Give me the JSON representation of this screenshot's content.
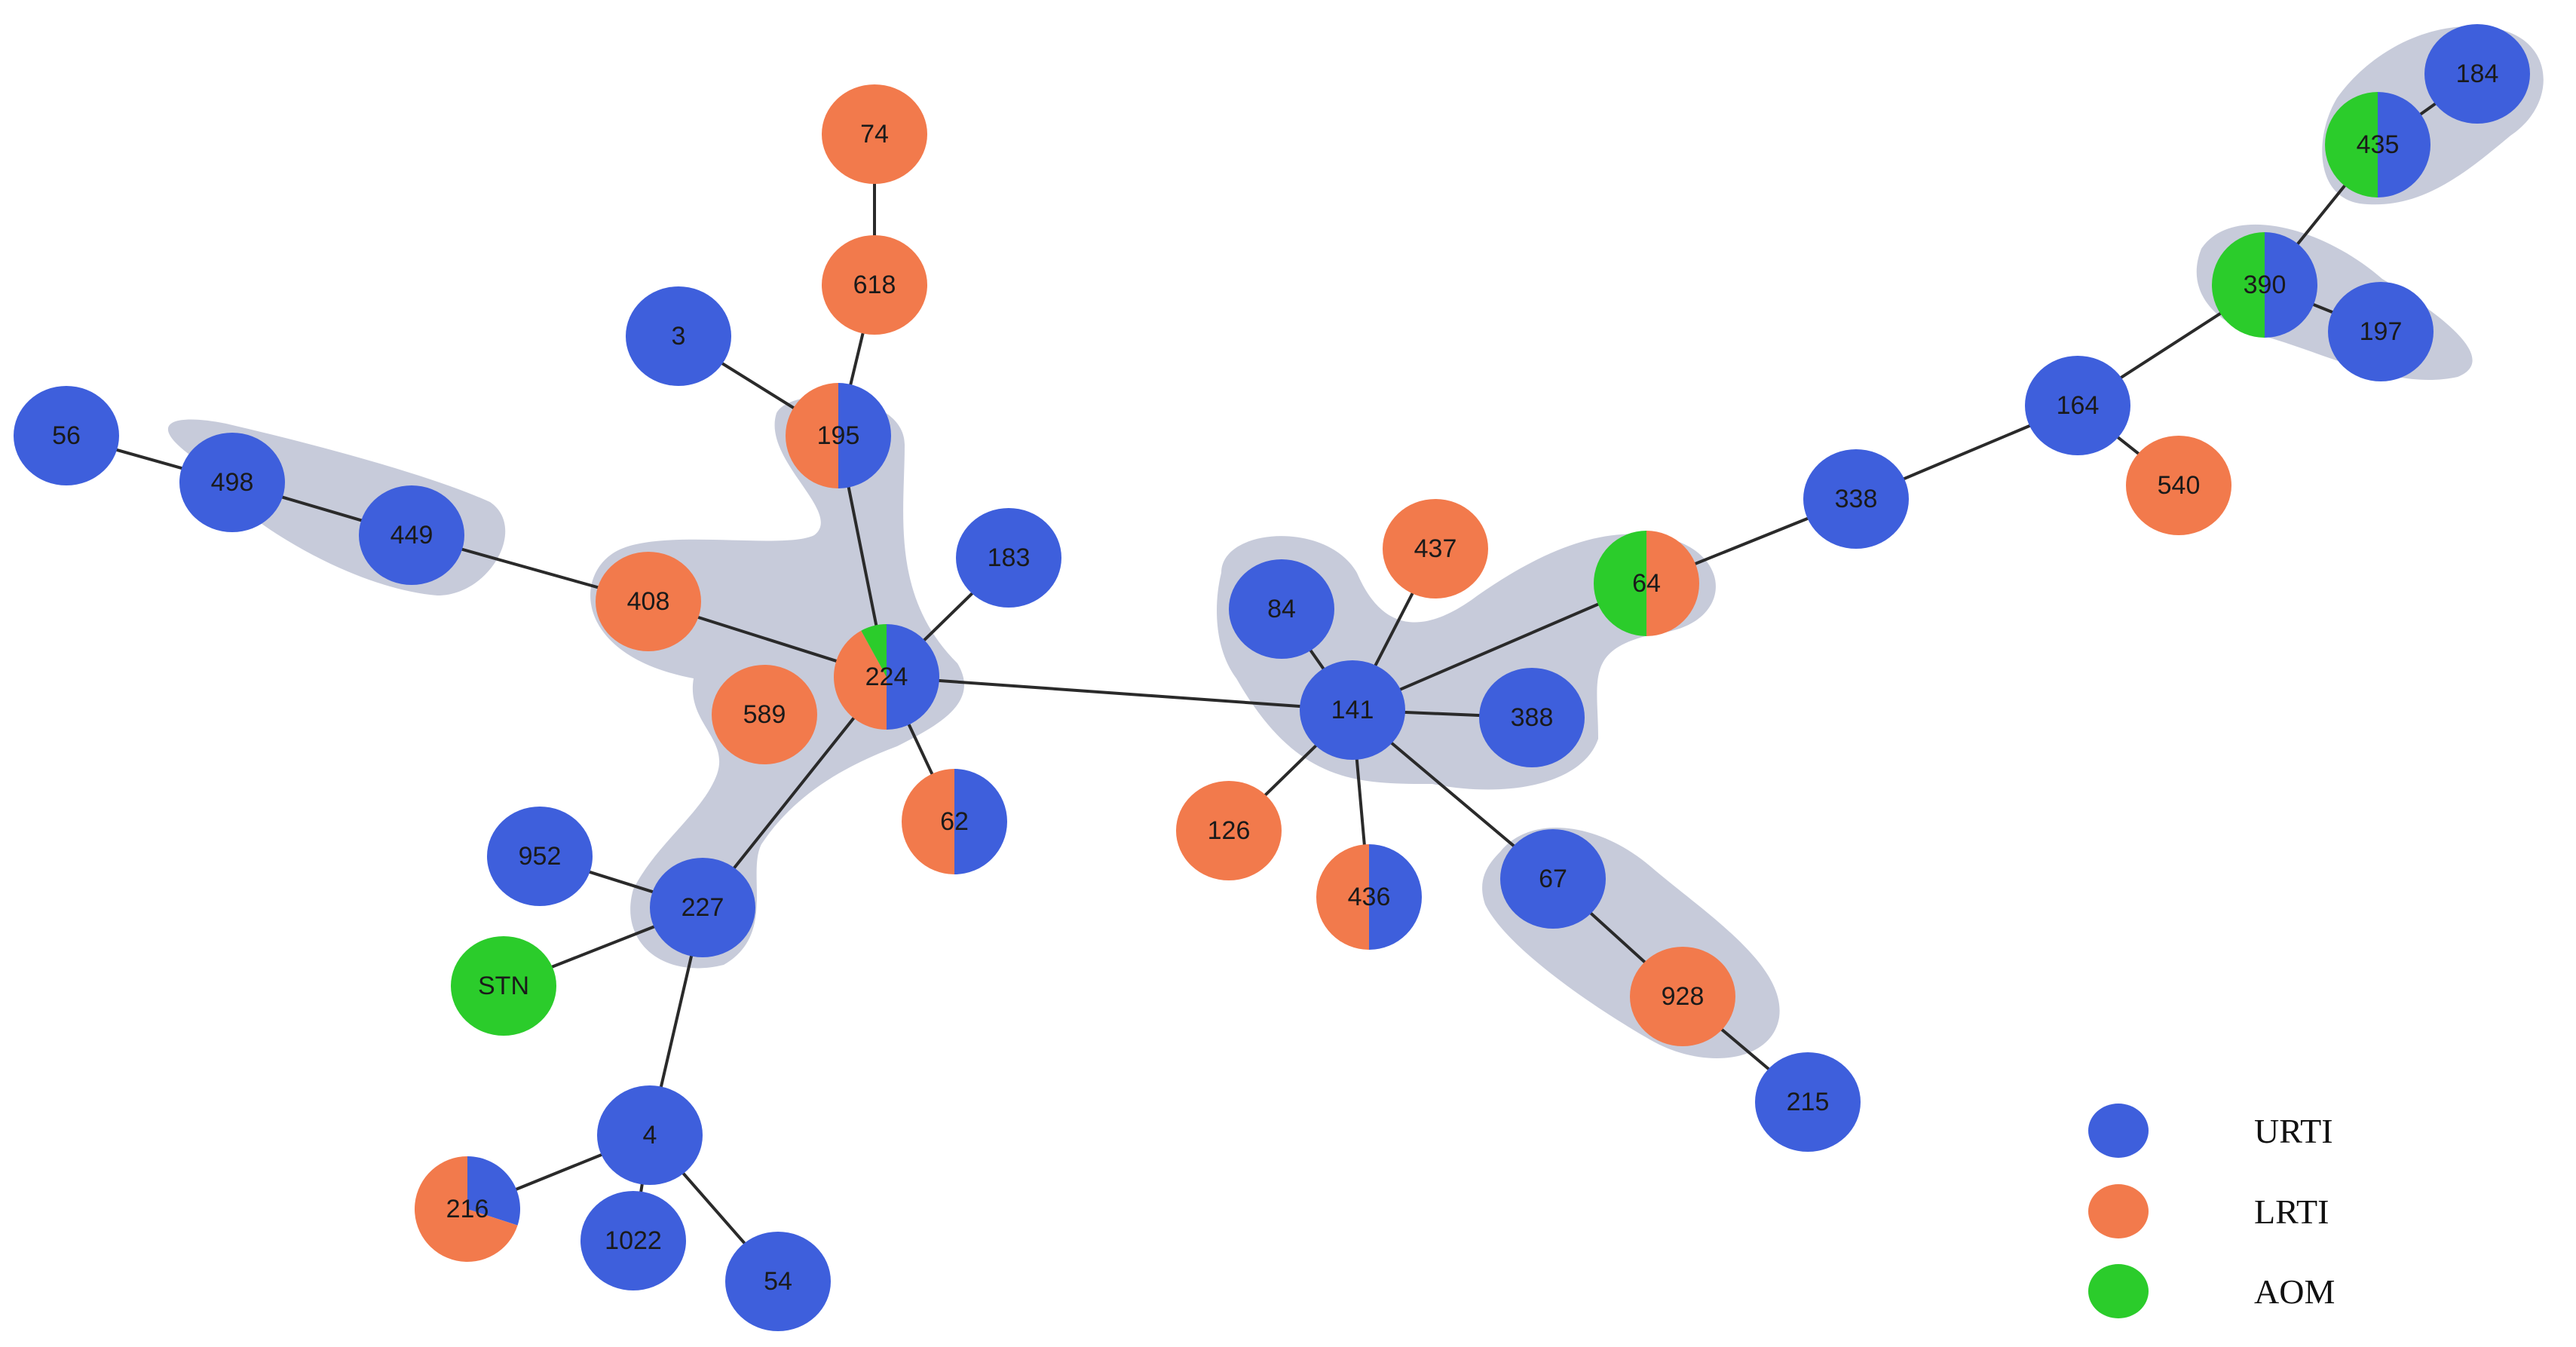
{
  "legend": {
    "items": [
      {
        "label": "URTI",
        "color": "#3e5fdc"
      },
      {
        "label": "LRTI",
        "color": "#f27a4c"
      },
      {
        "label": "AOM",
        "color": "#2bcc2b"
      }
    ]
  },
  "colors": {
    "URTI": "#3e5fdc",
    "LRTI": "#f27a4c",
    "AOM": "#2bcc2b",
    "cluster": "#c4c8d8",
    "edge": "#2a2a2a"
  },
  "nodes": [
    {
      "id": "74",
      "label": "74",
      "composition": {
        "LRTI": 1
      }
    },
    {
      "id": "618",
      "label": "618",
      "composition": {
        "LRTI": 1
      }
    },
    {
      "id": "3",
      "label": "3",
      "composition": {
        "URTI": 1
      }
    },
    {
      "id": "195",
      "label": "195",
      "composition": {
        "URTI": 0.5,
        "LRTI": 0.5
      }
    },
    {
      "id": "56",
      "label": "56",
      "composition": {
        "URTI": 1
      }
    },
    {
      "id": "498",
      "label": "498",
      "composition": {
        "URTI": 1
      }
    },
    {
      "id": "449",
      "label": "449",
      "composition": {
        "URTI": 1
      }
    },
    {
      "id": "408",
      "label": "408",
      "composition": {
        "LRTI": 1
      }
    },
    {
      "id": "183",
      "label": "183",
      "composition": {
        "URTI": 1
      }
    },
    {
      "id": "224",
      "label": "224",
      "composition": {
        "URTI": 0.5,
        "LRTI": 0.42,
        "AOM": 0.08
      }
    },
    {
      "id": "589",
      "label": "589",
      "composition": {
        "LRTI": 1
      }
    },
    {
      "id": "62",
      "label": "62",
      "composition": {
        "URTI": 0.5,
        "LRTI": 0.5
      }
    },
    {
      "id": "952",
      "label": "952",
      "composition": {
        "URTI": 1
      }
    },
    {
      "id": "227",
      "label": "227",
      "composition": {
        "URTI": 1
      }
    },
    {
      "id": "STN",
      "label": "STN",
      "composition": {
        "AOM": 1
      }
    },
    {
      "id": "4",
      "label": "4",
      "composition": {
        "URTI": 1
      }
    },
    {
      "id": "216",
      "label": "216",
      "composition": {
        "URTI": 0.3,
        "LRTI": 0.7
      }
    },
    {
      "id": "1022",
      "label": "1022",
      "composition": {
        "URTI": 1
      }
    },
    {
      "id": "54",
      "label": "54",
      "composition": {
        "URTI": 1
      }
    },
    {
      "id": "84",
      "label": "84",
      "composition": {
        "URTI": 1
      }
    },
    {
      "id": "437",
      "label": "437",
      "composition": {
        "LRTI": 1
      }
    },
    {
      "id": "141",
      "label": "141",
      "composition": {
        "URTI": 1
      }
    },
    {
      "id": "388",
      "label": "388",
      "composition": {
        "URTI": 1
      }
    },
    {
      "id": "126",
      "label": "126",
      "composition": {
        "LRTI": 1
      }
    },
    {
      "id": "436",
      "label": "436",
      "composition": {
        "URTI": 0.5,
        "LRTI": 0.5
      }
    },
    {
      "id": "64",
      "label": "64",
      "composition": {
        "LRTI": 0.5,
        "AOM": 0.5
      }
    },
    {
      "id": "67",
      "label": "67",
      "composition": {
        "URTI": 1
      }
    },
    {
      "id": "928",
      "label": "928",
      "composition": {
        "LRTI": 1
      }
    },
    {
      "id": "215",
      "label": "215",
      "composition": {
        "URTI": 1
      }
    },
    {
      "id": "338",
      "label": "338",
      "composition": {
        "URTI": 1
      }
    },
    {
      "id": "164",
      "label": "164",
      "composition": {
        "URTI": 1
      }
    },
    {
      "id": "540",
      "label": "540",
      "composition": {
        "LRTI": 1
      }
    },
    {
      "id": "390",
      "label": "390",
      "composition": {
        "URTI": 0.5,
        "AOM": 0.5
      }
    },
    {
      "id": "197",
      "label": "197",
      "composition": {
        "URTI": 1
      }
    },
    {
      "id": "435",
      "label": "435",
      "composition": {
        "URTI": 0.5,
        "AOM": 0.5
      }
    },
    {
      "id": "184",
      "label": "184",
      "composition": {
        "URTI": 1
      }
    }
  ],
  "edges": [
    [
      "74",
      "618"
    ],
    [
      "618",
      "195"
    ],
    [
      "3",
      "195"
    ],
    [
      "195",
      "224"
    ],
    [
      "56",
      "498"
    ],
    [
      "498",
      "449"
    ],
    [
      "449",
      "408"
    ],
    [
      "408",
      "224"
    ],
    [
      "183",
      "224"
    ],
    [
      "62",
      "224"
    ],
    [
      "224",
      "227"
    ],
    [
      "224",
      "141"
    ],
    [
      "952",
      "227"
    ],
    [
      "STN",
      "227"
    ],
    [
      "227",
      "4"
    ],
    [
      "4",
      "216"
    ],
    [
      "4",
      "1022"
    ],
    [
      "4",
      "54"
    ],
    [
      "84",
      "141"
    ],
    [
      "437",
      "141"
    ],
    [
      "388",
      "141"
    ],
    [
      "126",
      "141"
    ],
    [
      "436",
      "141"
    ],
    [
      "64",
      "141"
    ],
    [
      "67",
      "141"
    ],
    [
      "67",
      "928"
    ],
    [
      "928",
      "215"
    ],
    [
      "64",
      "338"
    ],
    [
      "338",
      "164"
    ],
    [
      "164",
      "540"
    ],
    [
      "164",
      "390"
    ],
    [
      "390",
      "197"
    ],
    [
      "390",
      "435"
    ],
    [
      "435",
      "184"
    ]
  ]
}
